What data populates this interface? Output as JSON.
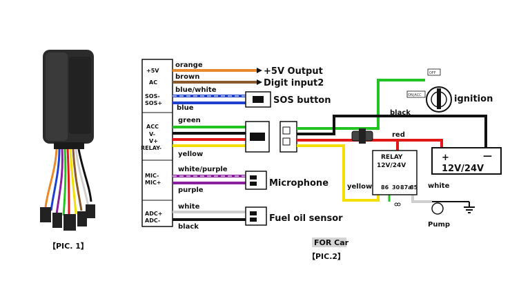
{
  "captions": {
    "pic1": "【PIC. 1】",
    "for_car": "FOR Car",
    "pic2": "【PIC.2】"
  },
  "pins": {
    "p5v": "+5V",
    "ac": "AC",
    "sos_minus": "SOS-",
    "sos_plus": "SOS+",
    "acc": "ACC",
    "v_minus": "V-",
    "v_plus": "V+",
    "relay_minus": "RELAY-",
    "mic_minus": "MIC-",
    "mic_plus": "MIC+",
    "adc_plus": "ADC+",
    "adc_minus": "ADC-"
  },
  "wires": {
    "orange": "orange",
    "brown": "brown",
    "blue_white": "blue/white",
    "blue": "blue",
    "green": "green",
    "yellow": "yellow",
    "white_purple": "white/purple",
    "purple": "purple",
    "white": "white",
    "black": "black",
    "black_ign": "black",
    "red": "red",
    "yellow_relay": "yellow",
    "white_pump": "white"
  },
  "devices": {
    "out5v": "+5V Output",
    "digit2": "Digit input2",
    "sos": "SOS button",
    "mic": "Microphone",
    "fuel": "Fuel oil sensor",
    "ignition": "ignition",
    "battery": "12V/24V",
    "bat_plus": "+",
    "bat_minus": "—",
    "relay_title": "RELAY",
    "relay_volt": "12V/24V",
    "pin86": "86",
    "pin30": "30",
    "pin85": "85",
    "pin87a": "87a",
    "pump": "Pump",
    "key_off": "OFF",
    "key_on": "ON|ACC"
  },
  "colors": {
    "orange": "#e8892b",
    "brown": "#8b5a2b",
    "blue": "#1f3fcf",
    "green": "#22c322",
    "black": "#111111",
    "red": "#e01818",
    "yellow": "#f3e000",
    "purple": "#8a1fa0",
    "white_wire": "#cfcfcf",
    "device_body": "#2c2c2c"
  }
}
